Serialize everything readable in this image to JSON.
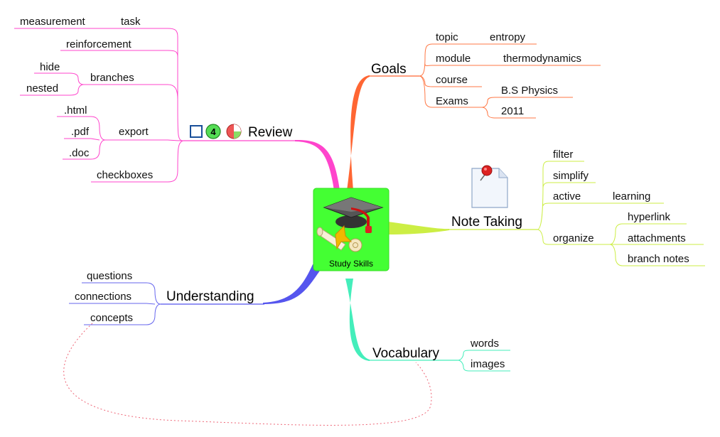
{
  "central_topic": {
    "label": "Study Skills",
    "image": "graduation-cap-and-diploma-icon",
    "color": "#44ff33"
  },
  "review": {
    "label": "Review",
    "badge_count": "4",
    "markers": [
      "checkbox-icon",
      "priority-number-icon",
      "progress-pie-icon"
    ],
    "color": "#ff44cc",
    "children": {
      "measurement": "measurement",
      "task": "task",
      "reinforcement": "reinforcement",
      "branches": "branches",
      "hide": "hide",
      "nested": "nested",
      "export": "export",
      "html": ".html",
      "pdf": ".pdf",
      "doc": ".doc",
      "checkboxes": "checkboxes"
    }
  },
  "goals": {
    "label": "Goals",
    "color": "#ff6633",
    "children": {
      "topic": "topic",
      "entropy": "entropy",
      "module": "module",
      "thermodynamics": "thermodynamics",
      "course": "course",
      "exams": "Exams",
      "bs_physics": "B.S Physics",
      "year": "2011"
    }
  },
  "note_taking": {
    "label": "Note Taking",
    "image": "note-with-pushpin-icon",
    "color": "#ccee44",
    "children": {
      "filter": "filter",
      "simplify": "simplify",
      "active": "active",
      "learning": "learning",
      "organize": "organize",
      "hyperlink": "hyperlink",
      "attachments": "attachments",
      "branch_notes": "branch notes"
    }
  },
  "understanding": {
    "label": "Understanding",
    "color": "#5555ee",
    "children": {
      "questions": "questions",
      "connections": "connections",
      "concepts": "concepts"
    }
  },
  "vocabulary": {
    "label": "Vocabulary",
    "color": "#44eebb",
    "children": {
      "words": "words",
      "images": "images"
    }
  },
  "relationship": {
    "from": "concepts",
    "to": "Vocabulary",
    "style": "dotted",
    "color": "#ee6677"
  }
}
